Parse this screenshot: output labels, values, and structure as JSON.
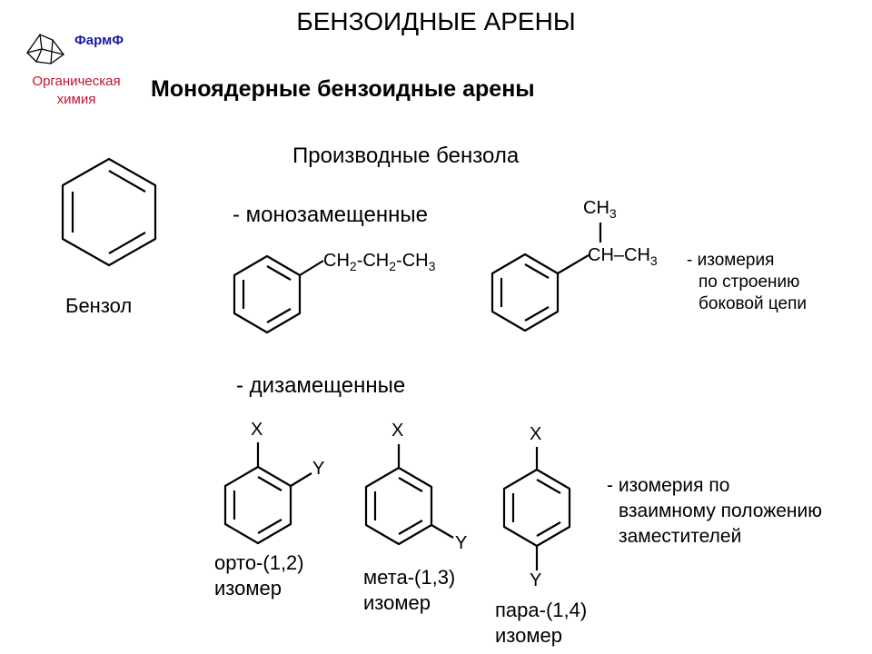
{
  "title": "БЕНЗОИДНЫЕ АРЕНЫ",
  "logo": {
    "name": "ФармФ",
    "subtitle": "Органическая химия",
    "icon": "adamantane-icon"
  },
  "heading": "Моноядерные бензоидные арены",
  "derivatives": "Производные бензола",
  "benzene_label": "Бензол",
  "mono": {
    "label": "- монозамещенные",
    "propyl": {
      "ch2a": "CH",
      "s1": "2",
      "d1": "-CH",
      "s2": "2",
      "d2": "-CH",
      "s3": "3"
    },
    "isopropyl": {
      "top": "CH",
      "top_sub": "3",
      "ch": "CH",
      "dash": "–",
      "right": "CH",
      "right_sub": "3"
    },
    "note": [
      "- изомерия",
      "по строению",
      "боковой цепи"
    ]
  },
  "di": {
    "label": "- дизамещенные",
    "ortho": {
      "x": "X",
      "y": "Y",
      "name": "орто-(1,2)",
      "isomer": "изомер"
    },
    "meta": {
      "x": "X",
      "y": "Y",
      "name": "мета-(1,3)",
      "isomer": "изомер"
    },
    "para": {
      "x": "X",
      "y": "Y",
      "name": "пара-(1,4)",
      "isomer": "изомер"
    },
    "note": [
      "- изомерия по",
      "взаимному положению",
      "заместителей"
    ]
  },
  "colors": {
    "logo_name": "#1a1aa6",
    "logo_subtitle": "#c8102e",
    "text": "#000000"
  }
}
